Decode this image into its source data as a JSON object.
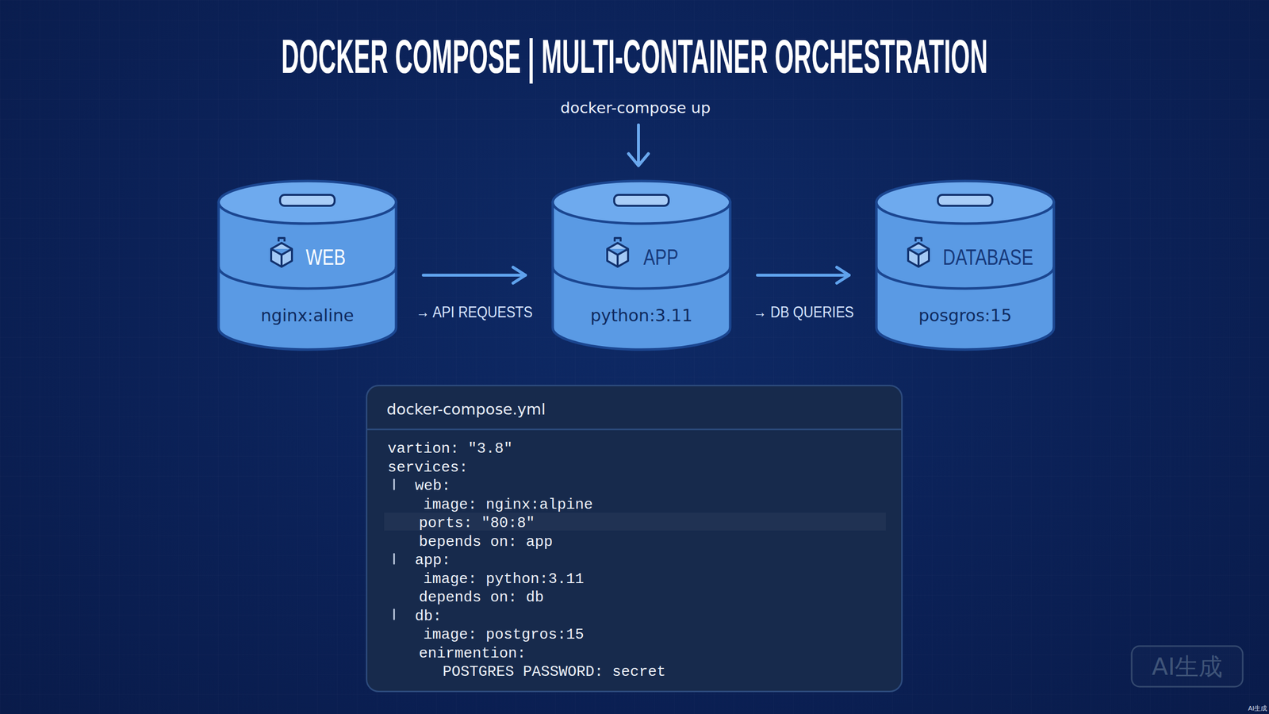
{
  "diagram": {
    "title": "DOCKER COMPOSE | MULTI-CONTAINER ORCHESTRATION",
    "nodes": [
      {
        "text": [
          "WEB",
          "nginx:aline"
        ]
      },
      {
        "text": [
          "APP",
          "python:3.11"
        ]
      },
      {
        "text": [
          "DATABASE",
          "posgros:15"
        ]
      },
      {
        "text": [
          "docker-compose.yml",
          "vartion: \"3.8\"",
          "services:",
          "web:",
          "image: nginx:alpine",
          "ports: \"80:8\"",
          "bepends on: app",
          "app:",
          "image: python:3.11",
          "depends on: db",
          "db:",
          "image: postgros:15",
          "enirmention:",
          "POSTGRES PASSWORD: secret"
        ]
      }
    ],
    "edges": [
      {
        "from": 0,
        "to": 1,
        "arrow": "to",
        "label": "→ API REQUESTS"
      },
      {
        "from": 1,
        "to": 2,
        "arrow": "to",
        "label": "→ DB QUERIES"
      }
    ],
    "labels": [
      "docker-compose up",
      "AI生成",
      "AI生成"
    ]
  }
}
